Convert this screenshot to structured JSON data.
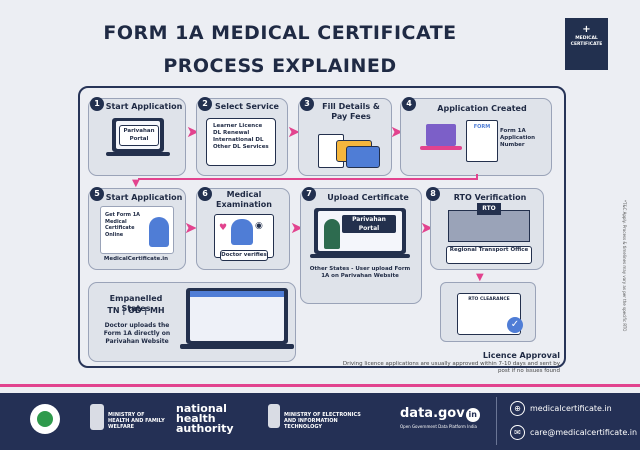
{
  "title": {
    "line1": "FORM 1A MEDICAL CERTIFICATE",
    "line2": "PROCESS EXPLAINED"
  },
  "brand": {
    "plus": "+",
    "name": "MEDICAL CERTIFICATE"
  },
  "steps": [
    {
      "num": "1",
      "title": "Start Application",
      "screen": "Parivahan Portal"
    },
    {
      "num": "2",
      "title": "Select Service",
      "items": [
        "Learner Licence",
        "DL Renewal",
        "International DL",
        "Other DL Services"
      ]
    },
    {
      "num": "3",
      "title": "Fill Details & Pay Fees"
    },
    {
      "num": "4",
      "title": "Application Created",
      "form_label": "FORM",
      "note": "Form 1A Application Number"
    },
    {
      "num": "5",
      "title": "Start Application",
      "screen": "Get Form 1A Medical Certificate Online",
      "site": "MedicalCertificate.in"
    },
    {
      "num": "6",
      "title": "Medical Examination",
      "badge": "Doctor verifies"
    },
    {
      "num": "7",
      "title": "Upload Certificate",
      "screen": "Parivahan Portal",
      "note": "Other States - User upload Form 1A on Parivahan Website"
    },
    {
      "num": "8",
      "title": "RTO Verification",
      "building": "RTO",
      "office": "Regional Transport Office"
    }
  ],
  "empanelled": {
    "title": "Empanelled States",
    "states": "TN | OD | MH",
    "note": "Doctor uploads the Form 1A directly on Parivahan Website"
  },
  "licence": {
    "card_label": "RTO CLEARANCE",
    "title": "Licence Approval",
    "note": "Driving licence applications are usually approved within 7-10 days and sent by post if no issues found"
  },
  "disclaimer": "*T&C Apply. Process & timelines may vary as per the specific RTO",
  "footer": {
    "ministry1": "MINISTRY OF HEALTH AND FAMILY WELFARE",
    "nha_line1": "national",
    "nha_line2": "health",
    "nha_line3": "authority",
    "ministry2": "MINISTRY OF ELECTRONICS AND INFORMATION TECHNOLOGY",
    "datagov": "data.gov",
    "datagov_in": "in",
    "datagov_sub": "Open Government Data Platform India",
    "website": "medicalcertificate.in",
    "email": "care@medicalcertificate.in"
  },
  "colors": {
    "navy": "#22304f",
    "pink": "#e2438e",
    "card": "#dfe3ea"
  }
}
